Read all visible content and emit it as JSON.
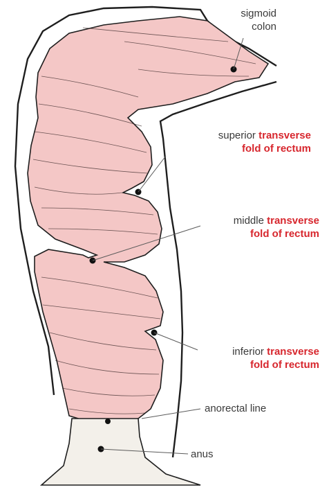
{
  "labels": {
    "sigmoid_colon": {
      "line1": "sigmoid",
      "line2": "colon"
    },
    "superior_fold": {
      "prefix": "superior",
      "highlight1": "transverse",
      "highlight2": "fold of rectum"
    },
    "middle_fold": {
      "prefix": "middle",
      "highlight1": "transverse",
      "highlight2": "fold of rectum"
    },
    "inferior_fold": {
      "prefix": "inferior",
      "highlight1": "transverse",
      "highlight2": "fold of rectum"
    },
    "anorectal_line": "anorectal line",
    "anus": "anus"
  },
  "colors": {
    "tissue_fill": "#f4c7c6",
    "outline": "#1e1e1e",
    "highlight_text": "#d7262d",
    "label_text": "#3a3a3a",
    "anal_canal_fill": "#f3f0ea"
  }
}
